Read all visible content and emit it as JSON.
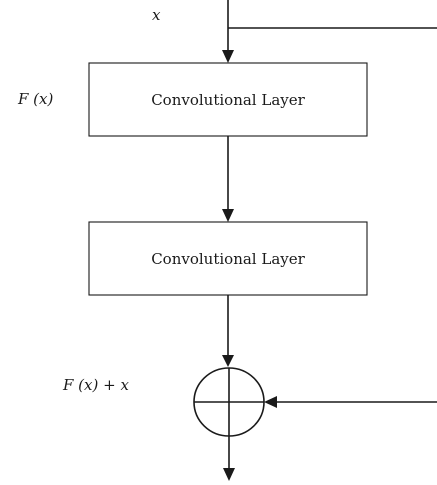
{
  "labels": {
    "input": "x",
    "fx": "F (x)",
    "sum": "F (x) + x"
  },
  "layers": [
    {
      "label": "Convolutional Layer"
    },
    {
      "label": "Convolutional Layer"
    }
  ],
  "colors": {
    "stroke": "#1a1a1a",
    "background": "#ffffff"
  }
}
